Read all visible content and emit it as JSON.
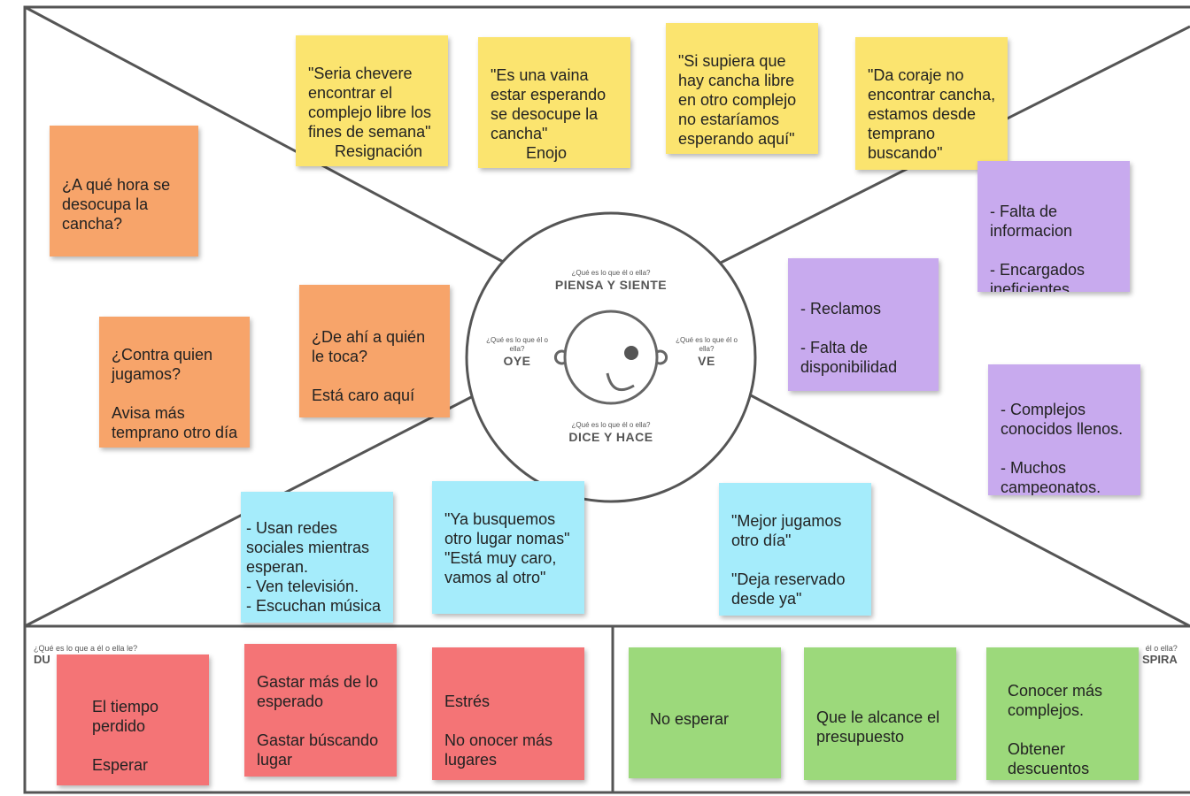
{
  "center": {
    "thinks_q": "¿Qué es lo que él o ella?",
    "thinks": "PIENSA Y SIENTE",
    "hears_q": "¿Qué es lo que él o ella?",
    "hears": "OYE",
    "sees_q": "¿Qué es lo que él o ella?",
    "sees": "VE",
    "says_q": "¿Qué es lo que él o ella?",
    "says": "DICE Y HACE"
  },
  "bottom": {
    "pains_q": "¿Qué es lo que a él o ella le?",
    "pains_label": "DU",
    "gains_q": "él o ella?",
    "gains_label": "SPIRA"
  },
  "notes": {
    "y1": "\"Seria chevere encontrar el complejo libre los fines de semana\"",
    "y1b": "Resignación",
    "y2": "\"Es una vaina estar esperando se desocupe la cancha\"",
    "y2b": "Enojo",
    "y3": "\"Si supiera que hay cancha libre en otro complejo no estaríamos esperando aquí\"",
    "y4": "\"Da coraje no encontrar cancha, estamos desde temprano buscando\"",
    "o1": "¿A qué hora se desocupa la cancha?",
    "o2": "¿Contra quien jugamos?\n\nAvisa más temprano otro día",
    "o3": "¿De ahí a quién le toca?\n\nEstá caro aquí",
    "p1": "- Falta de informacion\n\n- Encargados ineficientes",
    "p2": "- Reclamos\n\n- Falta de disponibilidad",
    "p3": "- Complejos conocidos llenos.\n\n- Muchos campeonatos.",
    "b1": "- Usan redes sociales mientras esperan.\n- Ven televisión.\n- Escuchan música",
    "b2": "\"Ya busquemos otro lugar nomas\"\n\"Está muy caro, vamos al otro\"",
    "b3": "\"Mejor jugamos otro día\"\n\n\"Deja reservado desde ya\"",
    "r1": "El tiempo perdido\n\nEsperar",
    "r2": "Gastar más de lo esperado\n\nGastar búscando lugar",
    "r3": "Estrés\n\nNo onocer más lugares",
    "g1": "No esperar",
    "g2": "Que le alcance el presupuesto",
    "g3": "Conocer más complejos.\n\nObtener descuentos"
  }
}
